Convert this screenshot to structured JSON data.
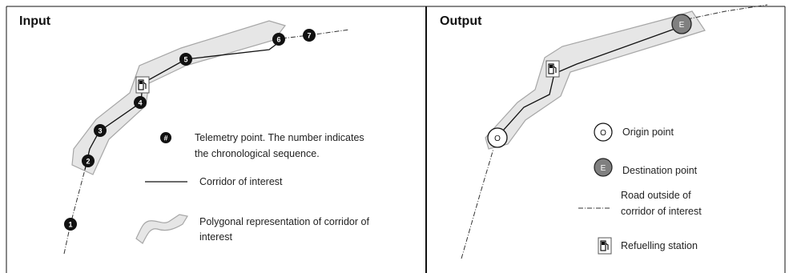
{
  "colors": {
    "corridor_fill": "#e6e6e6",
    "corridor_stroke": "#a6a6a6",
    "telemetry_point": "#111111",
    "destination_point": "#808080",
    "origin_point": "#ffffff",
    "line": "#111111"
  },
  "input_panel": {
    "title": "Input",
    "telemetry_points": [
      "1",
      "2",
      "3",
      "4",
      "5",
      "6",
      "7"
    ],
    "legend": {
      "telemetry_symbol": "#",
      "telemetry_line1": "Telemetry point. The number indicates",
      "telemetry_line2": "the chronological sequence.",
      "corridor": "Corridor of interest",
      "polygon_line1": "Polygonal representation of corridor of",
      "polygon_line2": "interest"
    }
  },
  "output_panel": {
    "title": "Output",
    "origin_symbol": "O",
    "destination_symbol": "E",
    "legend": {
      "origin_symbol": "O",
      "origin": "Origin point",
      "destination_symbol": "E",
      "destination": "Destination point",
      "road_line1": "Road outside of",
      "road_line2": "corridor of interest",
      "station": "Refuelling station"
    }
  }
}
